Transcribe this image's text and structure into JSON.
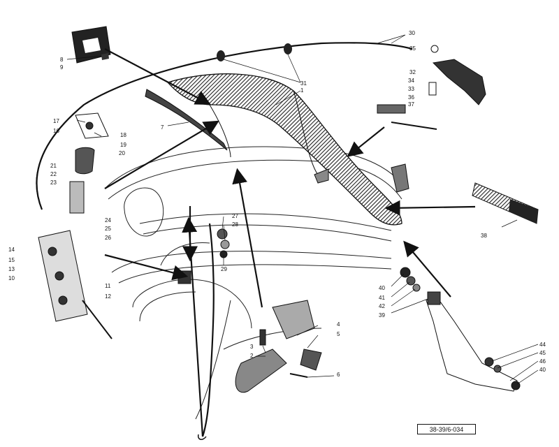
{
  "diagram": {
    "reference": "38-39/6-034",
    "callouts": [
      {
        "id": "c1",
        "text": "1"
      },
      {
        "id": "c2",
        "text": "2"
      },
      {
        "id": "c3",
        "text": "3"
      },
      {
        "id": "c4",
        "text": "4"
      },
      {
        "id": "c5",
        "text": "5"
      },
      {
        "id": "c6",
        "text": "6"
      },
      {
        "id": "c7",
        "text": "7"
      },
      {
        "id": "c8",
        "text": "8"
      },
      {
        "id": "c9",
        "text": "9"
      },
      {
        "id": "c10",
        "text": "10"
      },
      {
        "id": "c11",
        "text": "11"
      },
      {
        "id": "c12",
        "text": "12"
      },
      {
        "id": "c13",
        "text": "13"
      },
      {
        "id": "c14",
        "text": "14"
      },
      {
        "id": "c15",
        "text": "15"
      },
      {
        "id": "c16",
        "text": "16"
      },
      {
        "id": "c17",
        "text": "17"
      },
      {
        "id": "c18",
        "text": "18"
      },
      {
        "id": "c19",
        "text": "19"
      },
      {
        "id": "c20",
        "text": "20"
      },
      {
        "id": "c21",
        "text": "21"
      },
      {
        "id": "c22",
        "text": "22"
      },
      {
        "id": "c23",
        "text": "23"
      },
      {
        "id": "c24",
        "text": "24"
      },
      {
        "id": "c25",
        "text": "25"
      },
      {
        "id": "c26",
        "text": "26"
      },
      {
        "id": "c27",
        "text": "27"
      },
      {
        "id": "c28",
        "text": "28"
      },
      {
        "id": "c29",
        "text": "29"
      },
      {
        "id": "c30",
        "text": "30"
      },
      {
        "id": "c31",
        "text": "31"
      },
      {
        "id": "c32",
        "text": "32"
      },
      {
        "id": "c33",
        "text": "33"
      },
      {
        "id": "c34",
        "text": "34"
      },
      {
        "id": "c35",
        "text": "35"
      },
      {
        "id": "c36",
        "text": "36"
      },
      {
        "id": "c37",
        "text": "37"
      },
      {
        "id": "c38",
        "text": "38"
      },
      {
        "id": "c39",
        "text": "39"
      },
      {
        "id": "c40a",
        "text": "40"
      },
      {
        "id": "c40b",
        "text": "40"
      },
      {
        "id": "c41",
        "text": "41"
      },
      {
        "id": "c42",
        "text": "42"
      },
      {
        "id": "c44",
        "text": "44"
      },
      {
        "id": "c45",
        "text": "45"
      },
      {
        "id": "c46",
        "text": "46"
      }
    ],
    "colors": {
      "ink": "#111111",
      "paper": "#ffffff",
      "shade": "#555555"
    }
  }
}
